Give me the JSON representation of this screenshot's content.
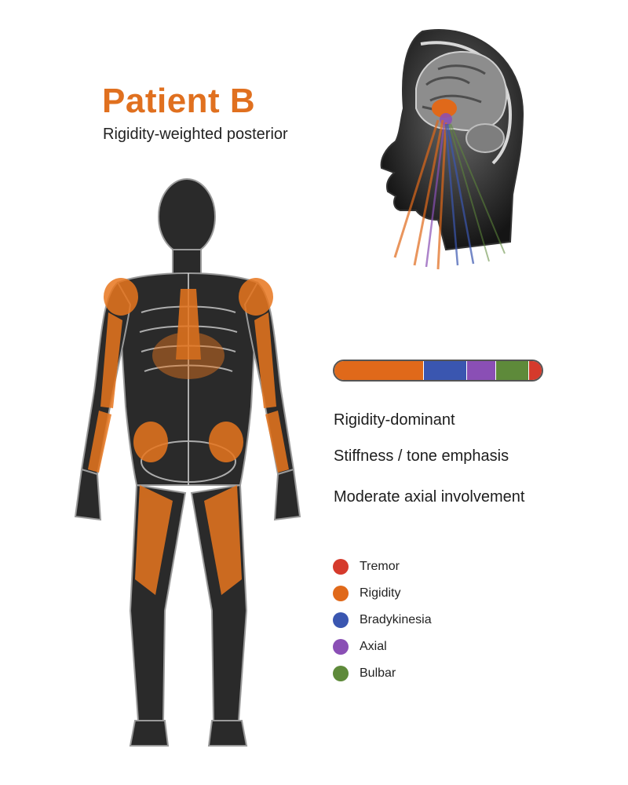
{
  "header": {
    "title": "Patient B",
    "subtitle": "Rigidity-weighted posterior"
  },
  "posterior_bar": {
    "segments": [
      {
        "symptom": "Rigidity",
        "color": "#e0691a",
        "fraction": 0.43
      },
      {
        "symptom": "Bradykinesia",
        "color": "#3a56b0",
        "fraction": 0.21
      },
      {
        "symptom": "Axial",
        "color": "#8a4fb5",
        "fraction": 0.14
      },
      {
        "symptom": "Bulbar",
        "color": "#5e8a3a",
        "fraction": 0.16
      },
      {
        "symptom": "Tremor",
        "color": "#d53a2c",
        "fraction": 0.06
      }
    ]
  },
  "descriptors": [
    "Rigidity-dominant",
    "Stiffness / tone emphasis",
    "Moderate axial involvement"
  ],
  "legend": [
    {
      "label": "Tremor",
      "color": "#d53a2c"
    },
    {
      "label": "Rigidity",
      "color": "#e0691a"
    },
    {
      "label": "Bradykinesia",
      "color": "#3a56b0"
    },
    {
      "label": "Axial",
      "color": "#8a4fb5"
    },
    {
      "label": "Bulbar",
      "color": "#5e8a3a"
    }
  ],
  "illustrations": {
    "head_icon": "brain-sagittal-icon",
    "body_icon": "human-body-icon",
    "accent_color": "#e8761e"
  }
}
